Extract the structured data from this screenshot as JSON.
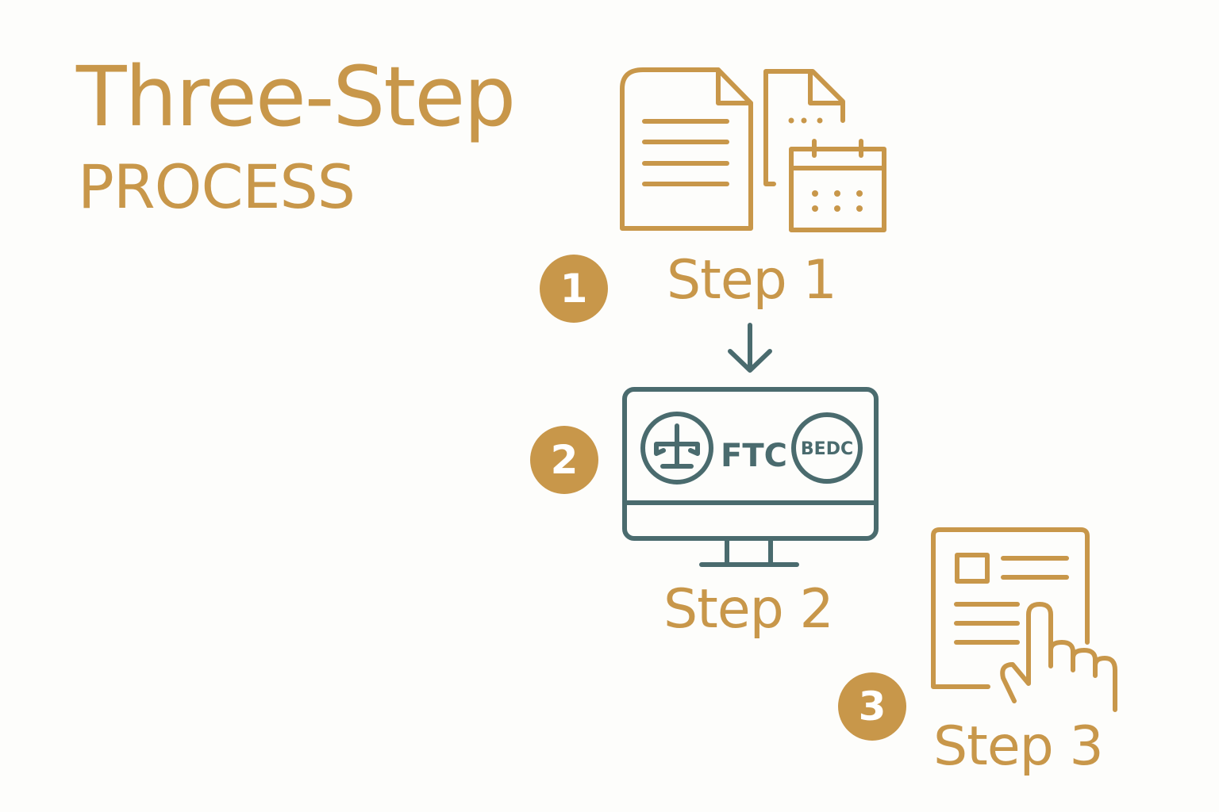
{
  "title": "Three-Step",
  "subtitle": "PROCESS",
  "steps": [
    {
      "number": "1",
      "label": "Step 1",
      "icon": "documents-calendar-icon"
    },
    {
      "number": "2",
      "label": "Step 2",
      "icon": "monitor-icon",
      "screen_text": "FTC",
      "seal_text": "BEDC"
    },
    {
      "number": "3",
      "label": "Step 3",
      "icon": "form-hand-tap-icon"
    }
  ],
  "colors": {
    "accent": "#c8974a",
    "secondary": "#4a6b6e",
    "background": "#fdfdfb"
  }
}
